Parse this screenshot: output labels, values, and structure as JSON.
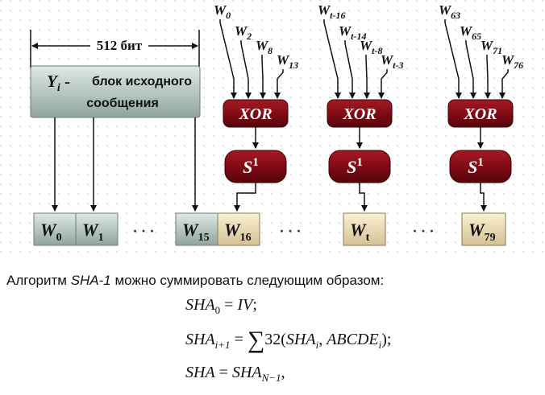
{
  "diagram": {
    "bits_label": "512 бит",
    "block": {
      "symbol": "Y",
      "symbol_sub": "i",
      "dash": " -",
      "line1": "блок исходного",
      "line2": "сообщения"
    },
    "xor_label": "XOR",
    "shift": {
      "base": "S",
      "exp": "1"
    },
    "ellipsis": "· · ·",
    "inputs": [
      [
        {
          "base": "W",
          "sub": "0"
        },
        {
          "base": "W",
          "sub": "2"
        },
        {
          "base": "W",
          "sub": "8"
        },
        {
          "base": "W",
          "sub": "13"
        }
      ],
      [
        {
          "base": "W",
          "sub": "t-16"
        },
        {
          "base": "W",
          "sub": "t-14"
        },
        {
          "base": "W",
          "sub": "t-8"
        },
        {
          "base": "W",
          "sub": "t-3"
        }
      ],
      [
        {
          "base": "W",
          "sub": "63"
        },
        {
          "base": "W",
          "sub": "65"
        },
        {
          "base": "W",
          "sub": "71"
        },
        {
          "base": "W",
          "sub": "76"
        }
      ]
    ],
    "words": [
      {
        "base": "W",
        "sub": "0"
      },
      {
        "base": "W",
        "sub": "1"
      },
      {
        "base": "W",
        "sub": "15"
      },
      {
        "base": "W",
        "sub": "16"
      },
      {
        "base": "W",
        "sub": "t"
      },
      {
        "base": "W",
        "sub": "79"
      }
    ]
  },
  "caption": {
    "before": "Алгоритм ",
    "emph": "SHA-1",
    "after": " можно суммировать следующим образом:"
  },
  "formulas": {
    "f1": {
      "lhs": "SHA",
      "lhs_sub": "0",
      "eq": " = ",
      "rhs": "IV",
      "end": ";"
    },
    "f2": {
      "lhs": "SHA",
      "lhs_sub": "i+1",
      "eq": " = ",
      "sum": "∑",
      "num": "32(",
      "a": "SHA",
      "a_sub": "i",
      "comma": ", ",
      "b": "ABCDE",
      "b_sub": "i",
      "end": ");"
    },
    "f3": {
      "lhs": "SHA",
      "eq": " = ",
      "rhs": "SHA",
      "rhs_sub": "N−1",
      "end": ","
    }
  },
  "colors": {
    "red_box": "#8a0d18",
    "red_box_dark": "#5a0508",
    "gray_box_top": "#d7e3de",
    "gray_box_bottom": "#8ea39b",
    "tan_box_top": "#f8eccb",
    "tan_box_bottom": "#d8c49a",
    "grid_dot": "#b9b9b9"
  }
}
